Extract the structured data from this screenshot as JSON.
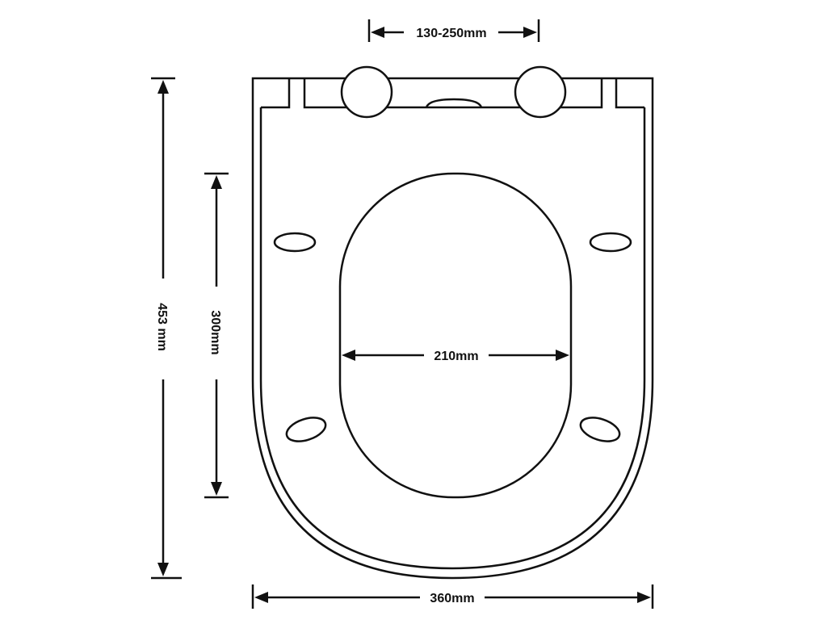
{
  "diagram": {
    "dimensions": {
      "hinge_spacing": "130-250mm",
      "overall_length": "453 mm",
      "opening_length": "300mm",
      "opening_width": "210mm",
      "overall_width": "360mm"
    },
    "colors": {
      "line": "#111111",
      "background": "#ffffff"
    }
  }
}
